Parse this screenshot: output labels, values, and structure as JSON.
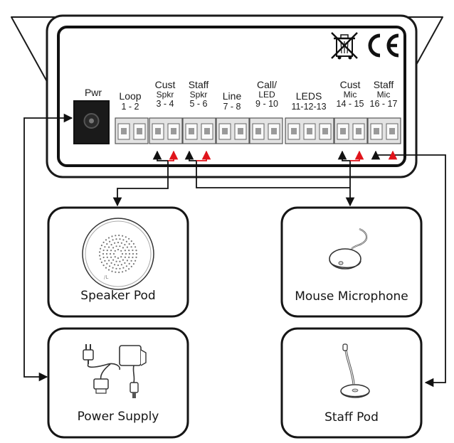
{
  "device": {
    "power_label": "Pwr",
    "marks": [
      "weee-bin-icon",
      "ce-mark"
    ],
    "connector_groups": [
      {
        "id": "loop",
        "line1": "Loop",
        "line2": "",
        "pins": "1 - 2"
      },
      {
        "id": "cspkr",
        "line1": "Cust",
        "line2": "Spkr",
        "pins": "3 - 4"
      },
      {
        "id": "sspkr",
        "line1": "Staff",
        "line2": "Spkr",
        "pins": "5 - 6"
      },
      {
        "id": "line",
        "line1": "Line",
        "line2": "",
        "pins": "7 - 8"
      },
      {
        "id": "call",
        "line1": "Call/",
        "line2": "LED",
        "pins": "9 - 10"
      },
      {
        "id": "leds",
        "line1": "LEDS",
        "line2": "",
        "pins": "11-12-13"
      },
      {
        "id": "cmic",
        "line1": "Cust",
        "line2": "Mic",
        "pins": "14 - 15"
      },
      {
        "id": "smic",
        "line1": "Staff",
        "line2": "Mic",
        "pins": "16 - 17"
      }
    ]
  },
  "peripherals": {
    "speaker_pod": "Speaker Pod",
    "mouse_microphone": "Mouse Microphone",
    "power_supply": "Power Supply",
    "staff_pod": "Staff Pod"
  },
  "wire_colors": {
    "neutral": "#111111",
    "positive": "#e0141b"
  }
}
